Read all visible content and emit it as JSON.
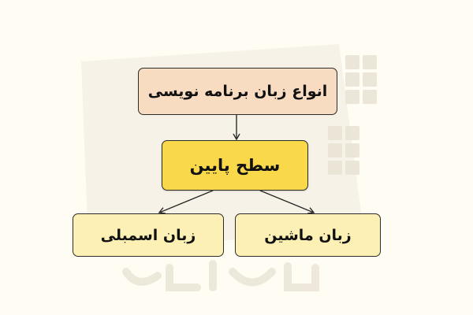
{
  "diagram": {
    "root": {
      "label": "انواع زبان برنامه نویسی",
      "fill": "#f8dcc2"
    },
    "level": {
      "label": "سطح پایین",
      "fill": "#f9d94a"
    },
    "children": [
      {
        "label": "زبان ماشین",
        "fill": "#fdf0b4"
      },
      {
        "label": "زبان اسمبلی",
        "fill": "#fdf0b4"
      }
    ]
  },
  "colors": {
    "background": "#fefcf3",
    "border": "#2b2b2b",
    "arrow": "#2b2b2b",
    "watermark": "#ece8dc"
  }
}
